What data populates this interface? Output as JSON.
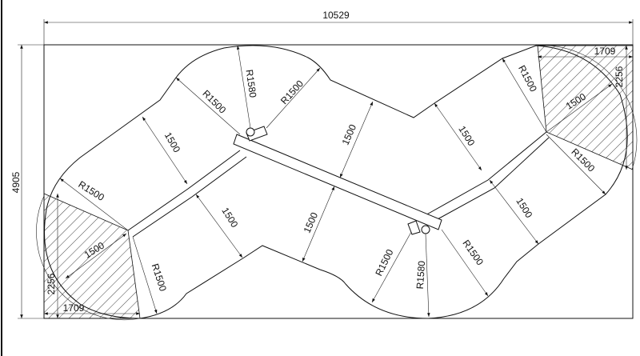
{
  "drawing": {
    "overall_width": "10529",
    "overall_height": "4905",
    "corner_top_right": {
      "width": "1709",
      "height": "2256",
      "hatch_dim": "1500"
    },
    "corner_bottom_left": {
      "width": "1709",
      "height": "2256",
      "hatch_dim": "1500"
    },
    "labels": {
      "top_lobe_r_left": "R1500",
      "top_lobe_r_center": "R1580",
      "top_lobe_r_right": "R1500",
      "upper_left_width": "1500",
      "left_lobe_r": "R1500",
      "bottom_left_r": "R1500",
      "lower_left_width": "1500",
      "center_upper_width": "1500",
      "center_lower_width": "1500",
      "right_lobe_r_top": "R1500",
      "upper_right_width": "1500",
      "right_lobe_r": "R1500",
      "lower_right_width": "1500",
      "bottom_lobe_r_left": "R1500",
      "bottom_lobe_r_center": "R1580",
      "bottom_lobe_r_right": "R1500"
    }
  }
}
